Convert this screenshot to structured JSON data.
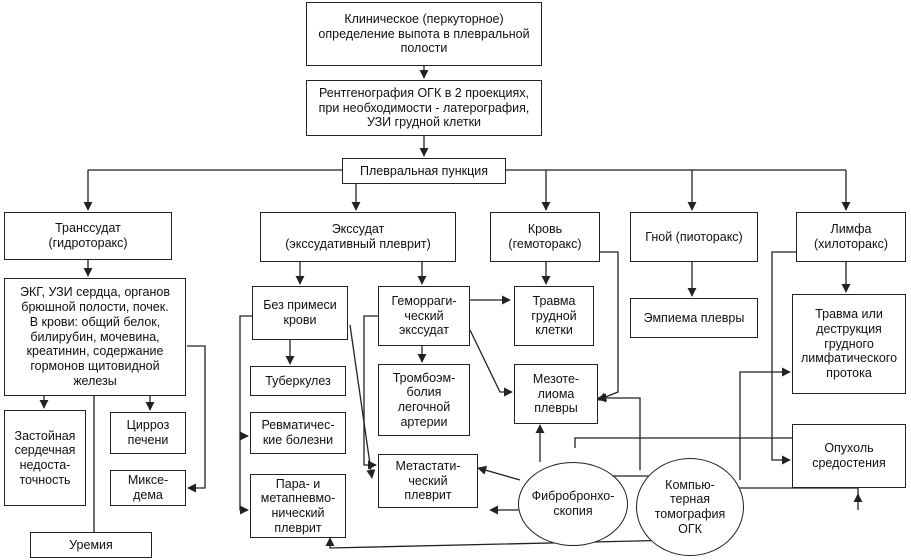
{
  "nodes": {
    "clinical": "Клиническое (перкуторное)\nопределение выпота в плевральной\nполости",
    "xray": "Рентгенография ОГК в 2 проекциях,\nпри необходимости - латерография,\nУЗИ грудной клетки",
    "puncture": "Плевральная пункция",
    "transudate": "Транссудат\n(гидроторакс)",
    "exudate": "Экссудат\n(экссудативный плеврит)",
    "blood": "Кровь\n(гемоторакс)",
    "pus": "Гной (пиоторакс)",
    "lymph": "Лимфа\n(хилоторакс)",
    "tests": "ЭКГ, УЗИ сердца, органов\nбрюшной полости, почек.\nВ крови: общий белок,\nбилирубин, мочевина,\nкреатинин, содержание\nгормонов щитовидной\nжелезы",
    "no_blood": "Без примеси\nкрови",
    "hemorrhagic": "Геморраги-\nческий\nэкссудат",
    "chest_trauma": "Травма\nгрудной\nклетки",
    "empyema": "Эмпиема плевры",
    "duct_trauma": "Травма или\nдеструкция\nгрудного\nлимфатического\nпротока",
    "tuberculosis": "Туберкулез",
    "thrombo": "Тромбоэм-\nболия\nлегочной\nартерии",
    "mesothelioma": "Мезоте-\nлиома\nплевры",
    "heart_failure": "Застойная\nсердечная\nнедоста-\nточность",
    "cirrhosis": "Цирроз\nпечени",
    "rheumatic": "Ревматичес-\nкие болезни",
    "mediastinal_tumor": "Опухоль\nсредостения",
    "myxedema": "Миксе-\nдема",
    "parapneumonic": "Пара- и\nметапневмо-\nнический\nплеврит",
    "metastatic": "Метастати-\nческий\nплеврит",
    "bronchoscopy": "Фибробронхо-\nскопия",
    "ct": "Компью-\nтерная\nтомография\nОГК",
    "uremia": "Уремия"
  }
}
